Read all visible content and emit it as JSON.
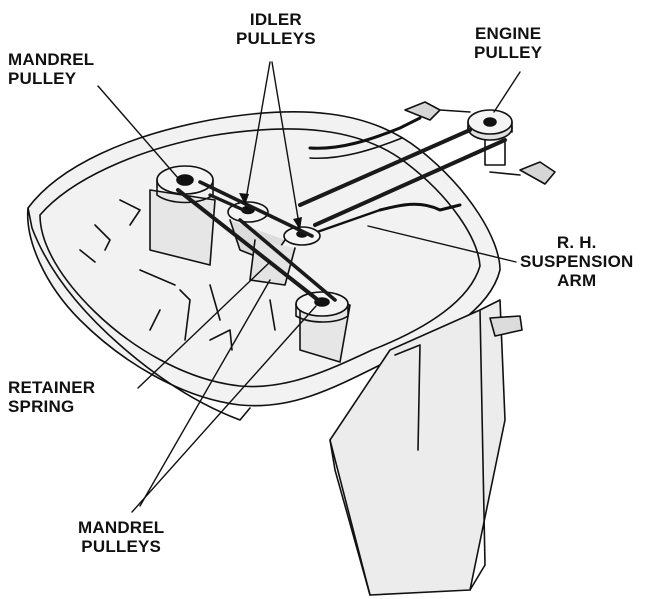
{
  "labels": {
    "mandrel_pulley": [
      "MANDREL",
      "PULLEY"
    ],
    "idler_pulleys": [
      "IDLER",
      "PULLEYS"
    ],
    "engine_pulley": [
      "ENGINE",
      "PULLEY"
    ],
    "rh_suspension_arm": [
      "R. H.",
      "SUSPENSION",
      "ARM"
    ],
    "retainer_spring": [
      "RETAINER",
      "SPRING"
    ],
    "mandrel_pulleys": [
      "MANDREL",
      "PULLEYS"
    ]
  },
  "colors": {
    "ink": "#111111",
    "deck_fill": "#f2f2f2",
    "shade": "#d6d6d6",
    "belt": "#1a1a1a"
  }
}
